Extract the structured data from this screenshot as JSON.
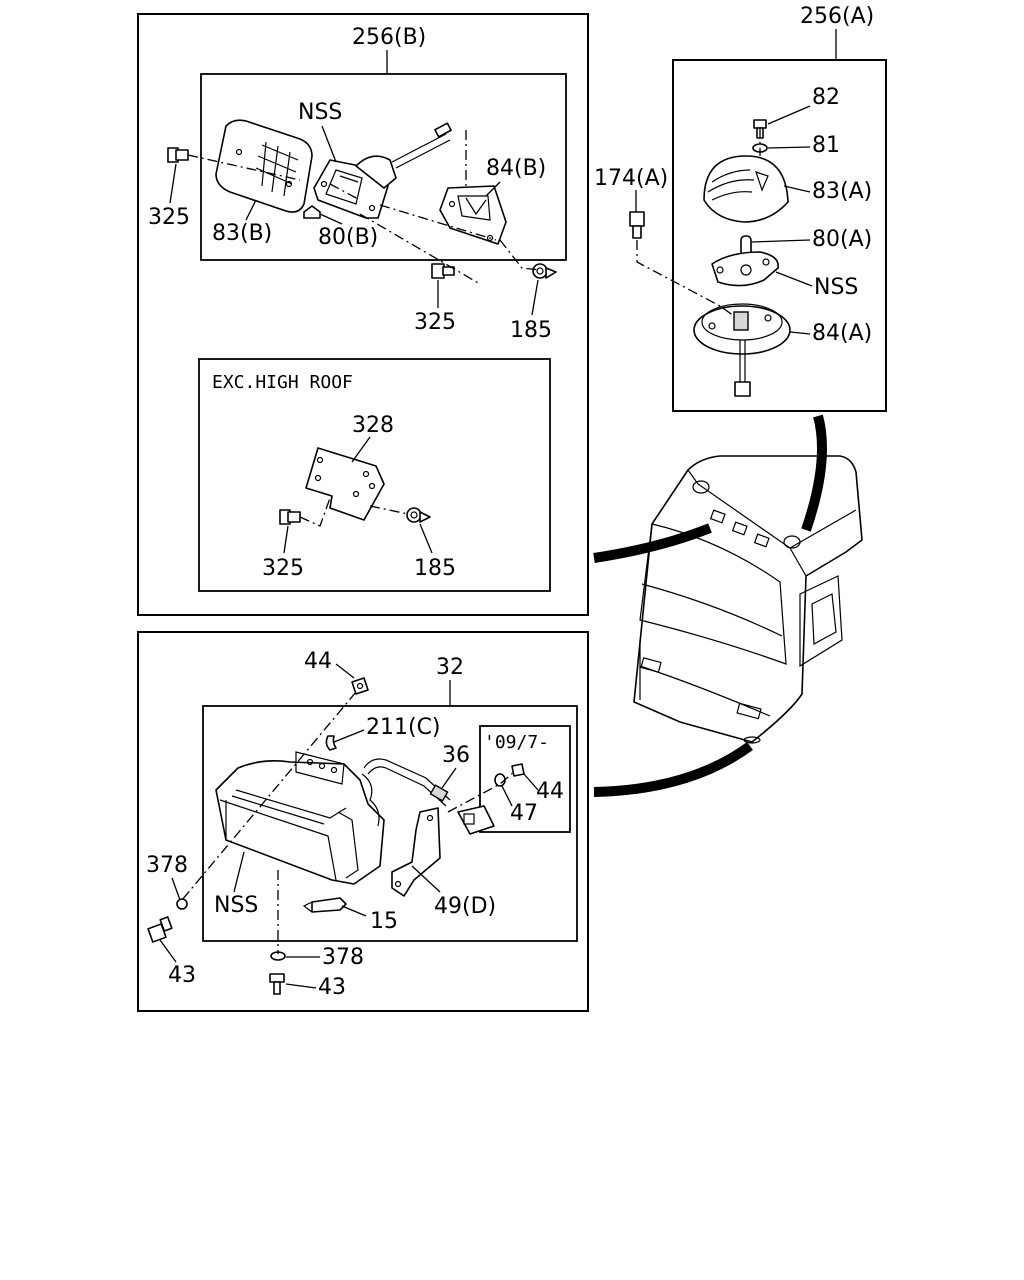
{
  "sections": {
    "roof_marker_b": {
      "title": "256(B)",
      "labels": {
        "nss": "NSS",
        "p84b": "84(B)",
        "p325a": "325",
        "p83b": "83(B)",
        "p80b": "80(B)",
        "p325b": "325",
        "p185": "185"
      }
    },
    "exc_high_roof": {
      "title": "EXC.HIGH ROOF",
      "labels": {
        "p328": "328",
        "p325": "325",
        "p185": "185"
      }
    },
    "roof_marker_a": {
      "title": "256(A)",
      "labels": {
        "p82": "82",
        "p81": "81",
        "p83a": "83(A)",
        "p174a": "174(A)",
        "p80a": "80(A)",
        "nss": "NSS",
        "p84a": "84(A)"
      }
    },
    "fog_lamp": {
      "labels": {
        "p44a": "44",
        "p32": "32",
        "p211c": "211(C)",
        "p36": "36",
        "date_note": "'09/7-",
        "p44b": "44",
        "p47": "47",
        "p378a": "378",
        "nss": "NSS",
        "p15": "15",
        "p49d": "49(D)",
        "p43a": "43",
        "p378b": "378",
        "p43b": "43"
      }
    }
  },
  "icons": [
    "screw-icon",
    "bulb-icon",
    "lens-icon",
    "lamp-housing-icon",
    "cab-icon",
    "bracket-icon",
    "connector-icon"
  ]
}
